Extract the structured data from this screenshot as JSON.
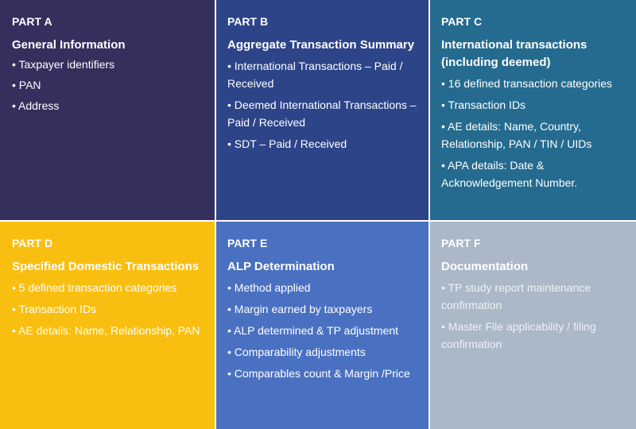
{
  "parts": [
    {
      "label": "PART A",
      "heading": "General Information",
      "items": [
        "• Taxpayer identifiers",
        "• PAN",
        "• Address"
      ],
      "bg": "#352f5d",
      "label_color": "#ffffff",
      "heading_color": "#ffffff",
      "text_color": "#ffffff"
    },
    {
      "label": "PART B",
      "heading": "Aggregate Transaction Summary",
      "items": [
        "• International Transactions – Paid / Received",
        "• Deemed International Transactions – Paid / Received",
        "• SDT – Paid / Received"
      ],
      "bg": "#2d4488",
      "label_color": "#ffffff",
      "heading_color": "#ffffff",
      "text_color": "#ffffff"
    },
    {
      "label": "PART C",
      "heading": "International transactions (including deemed)",
      "items": [
        "• 16 defined transaction categories",
        "• Transaction IDs",
        "• AE details: Name, Country, Relationship, PAN / TIN / UIDs",
        "• APA details: Date & Acknowledgement Number."
      ],
      "bg": "#256b8f",
      "label_color": "#ffffff",
      "heading_color": "#ffffff",
      "text_color": "#ffffff"
    },
    {
      "label": "PART D",
      "heading": "Specified Domestic Transactions",
      "items": [
        "• 5 defined transaction categories",
        "• Transaction IDs",
        "• AE details: Name, Relationship, PAN"
      ],
      "bg": "#f9bf10",
      "label_color": "#ffffff",
      "heading_color": "#ffffff",
      "text_color": "#ffffff"
    },
    {
      "label": "PART E",
      "heading": "ALP Determination",
      "items": [
        "• Method applied",
        "• Margin earned by taxpayers",
        "• ALP determined & TP adjustment",
        "• Comparability adjustments",
        "• Comparables count & Margin /Price"
      ],
      "bg": "#4a71c1",
      "label_color": "#ffffff",
      "heading_color": "#ffffff",
      "text_color": "#ffffff"
    },
    {
      "label": "PART F",
      "heading": "Documentation",
      "items": [
        "• TP study report maintenance confirmation",
        "• Master File applicability / filing confirmation"
      ],
      "bg": "#aab8c7",
      "label_color": "#ffffff",
      "heading_color": "#ffffff",
      "text_color": "#eef2f6"
    }
  ]
}
